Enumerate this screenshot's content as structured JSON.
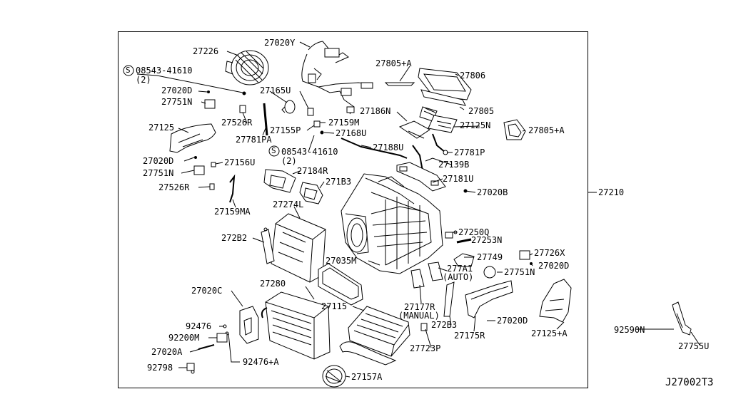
{
  "diagram_code": "J27002T3",
  "labels": {
    "p27226": "27226",
    "p27020Y": "27020Y",
    "p27805A_top": "27805+A",
    "p27806": "27806",
    "bolt1_ref": "08543-41610",
    "bolt1_qty": "(2)",
    "p27165U": "27165U",
    "p27020D_a": "27020D",
    "p27751N_a": "27751N",
    "p27186N": "27186N",
    "p27805": "27805",
    "p27526R_a": "27526R",
    "p27159M": "27159M",
    "p27125N": "27125N",
    "p27125": "27125",
    "p27155P": "27155P",
    "p27168U": "27168U",
    "p27805A_right": "27805+A",
    "p27781PA": "27781PA",
    "p27188U": "27188U",
    "bolt2_ref": "08543-41610",
    "bolt2_qty": "(2)",
    "p27781P": "27781P",
    "p27020D_b": "27020D",
    "p27156U": "27156U",
    "p27139B": "27139B",
    "p27751N_b": "27751N",
    "p27184R": "27184R",
    "p27181U": "27181U",
    "p271B3": "271B3",
    "p27526R_b": "27526R",
    "p27020B": "27020B",
    "p27210": "27210",
    "p27159MA": "27159MA",
    "p27274L": "27274L",
    "p27250Q": "27250Q",
    "p272B2": "272B2",
    "p27253N": "27253N",
    "p27749": "27749",
    "p27726X": "27726X",
    "p27035M": "27035M",
    "p277A1": "277A1",
    "p277A1_note": "(AUTO)",
    "p27020D_c": "27020D",
    "p27751N_c": "27751N",
    "p27280": "27280",
    "p27020C": "27020C",
    "p27115": "27115",
    "p27177R": "27177R",
    "p27177R_note": "(MANUAL)",
    "p27020D_d": "27020D",
    "p92476": "92476",
    "p272B3": "272B3",
    "p27175R": "27175R",
    "p27125A": "27125+A",
    "p92590N": "92590N",
    "p92200M": "92200M",
    "p27755U": "27755U",
    "p27020A": "27020A",
    "p92476A": "92476+A",
    "p27723P": "27723P",
    "p92798": "92798",
    "p27157A": "27157A",
    "bolt_symbol": "S"
  }
}
